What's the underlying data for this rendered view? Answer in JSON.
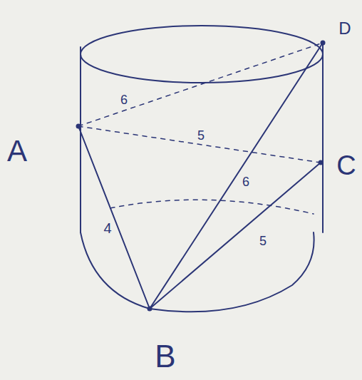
{
  "diagram": {
    "labels": [
      "D",
      "6",
      "A",
      "5",
      "C",
      "6",
      "4",
      "5",
      "B"
    ]
  }
}
